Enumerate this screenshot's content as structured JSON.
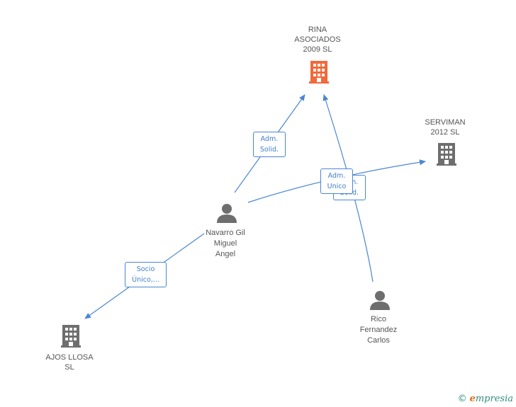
{
  "nodes": {
    "rina": {
      "label": "RINA\nASOCIADOS\n2009 SL",
      "type": "company",
      "highlight": true
    },
    "serviman": {
      "label": "SERVIMAN\n2012 SL",
      "type": "company"
    },
    "navarro": {
      "label": "Navarro Gil\nMiguel\nAngel",
      "type": "person"
    },
    "rico": {
      "label": "Rico\nFernandez\nCarlos",
      "type": "person"
    },
    "ajos": {
      "label": "AJOS LLOSA\nSL",
      "type": "company"
    }
  },
  "edges": {
    "navarro_rina": "Adm.\nSolid.",
    "navarro_serviman": "Adm.\nUnico",
    "rico_rina": "Adm.\nSolid.",
    "navarro_ajos": "Socio\nÚnico,..."
  },
  "footer": {
    "copyright": "©",
    "brand_first": "e",
    "brand_rest": "mpresia"
  },
  "colors": {
    "edge": "#4a86d4",
    "company": "#6e6e6e",
    "company_highlight": "#f06a3a",
    "person": "#6e6e6e"
  }
}
